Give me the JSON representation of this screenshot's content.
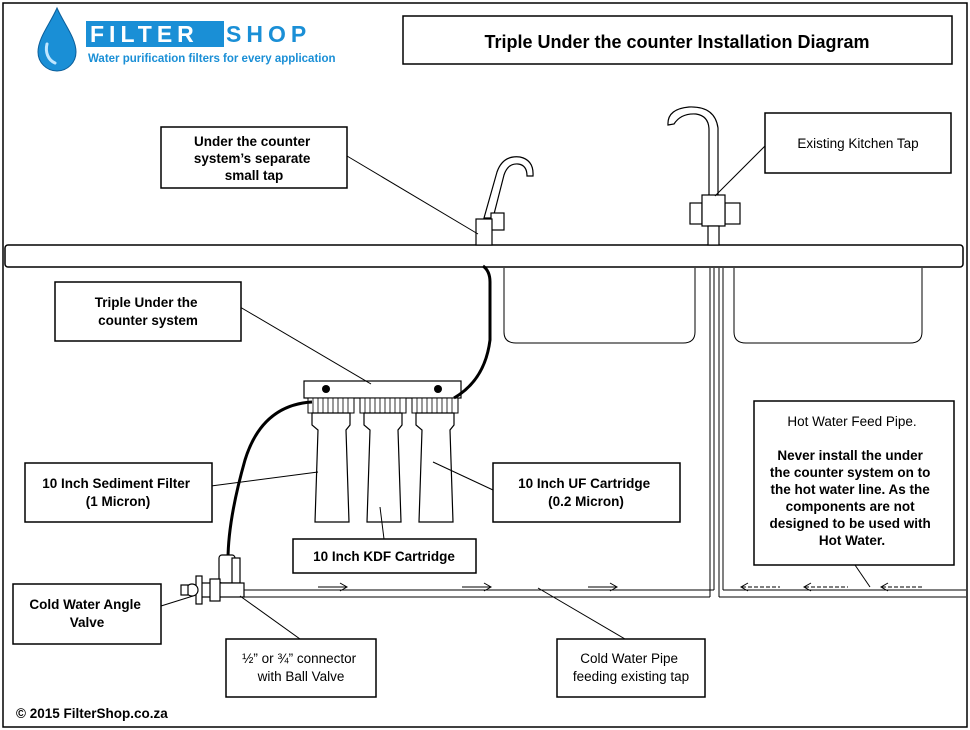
{
  "title": "Triple Under the counter Installation Diagram",
  "logo": {
    "brand_part1": "FILTER",
    "brand_part2": "SHOP",
    "tagline": "Water purification filters for every application",
    "brand_color": "#1a8fd6"
  },
  "labels": {
    "small_tap": [
      "Under the counter",
      "system’s separate",
      "small tap"
    ],
    "kitchen_tap": [
      "Existing Kitchen Tap"
    ],
    "triple_system": [
      "Triple Under the",
      "counter system"
    ],
    "sediment_filter": [
      "10 Inch Sediment Filter",
      "(1 Micron)"
    ],
    "uf_cartridge": [
      "10 Inch UF Cartridge",
      "(0.2 Micron)"
    ],
    "kdf_cartridge": [
      "10 Inch KDF Cartridge"
    ],
    "hot_water_title": [
      "Hot Water Feed Pipe."
    ],
    "hot_water_warning": [
      "Never install the under",
      "the counter system on to",
      "the hot water line. As the",
      "components are not",
      "designed to be used with",
      "Hot Water."
    ],
    "angle_valve": [
      "Cold Water Angle",
      "Valve"
    ],
    "connector": [
      "½” or ¾” connector",
      "with Ball Valve"
    ],
    "cold_pipe": [
      "Cold Water Pipe",
      "feeding existing tap"
    ]
  },
  "copyright": "© 2015 FilterShop.co.za"
}
